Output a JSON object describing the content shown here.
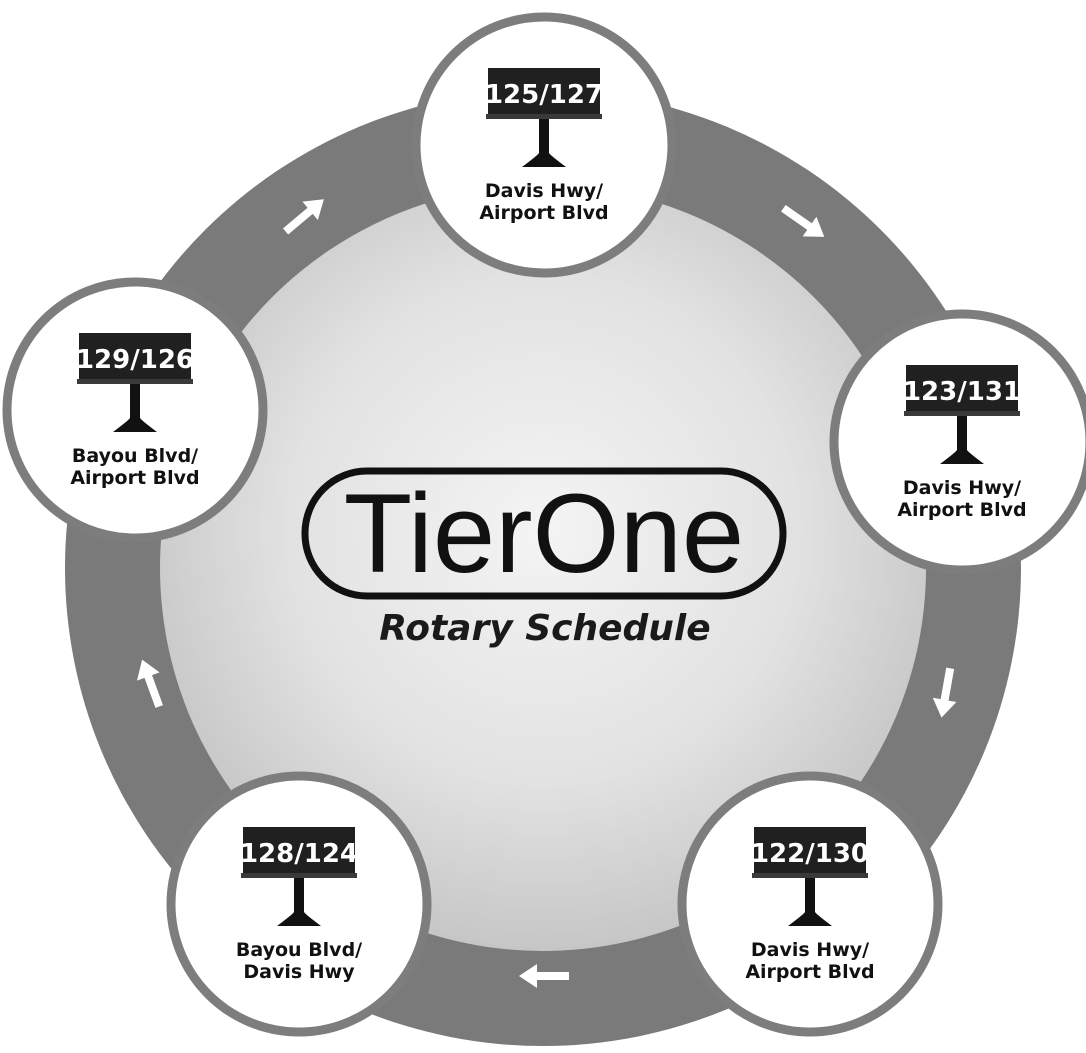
{
  "diagram": {
    "brand": "TierOne",
    "subtitle": "Rotary Schedule",
    "colors": {
      "ring": "#7a7a7a",
      "ring_edge": "#6d6d6d",
      "center_light": "#f3f3f3",
      "center_dark": "#c4c4c4",
      "node_fill": "#ffffff",
      "node_stroke": "#7d7d7d",
      "sign_panel": "#202020",
      "sign_text": "#ffffff",
      "label_text": "#111111",
      "arrow": "#ffffff"
    },
    "nodes": [
      {
        "id": "top",
        "sign": "125/127",
        "line1": "Davis Hwy/",
        "line2": "Airport Blvd"
      },
      {
        "id": "right",
        "sign": "123/131",
        "line1": "Davis Hwy/",
        "line2": "Airport Blvd"
      },
      {
        "id": "bottom-right",
        "sign": "122/130",
        "line1": "Davis Hwy/",
        "line2": "Airport Blvd"
      },
      {
        "id": "bottom-left",
        "sign": "128/124",
        "line1": "Bayou Blvd/",
        "line2": "Davis Hwy"
      },
      {
        "id": "left",
        "sign": "129/126",
        "line1": "Bayou Blvd/",
        "line2": "Airport Blvd"
      }
    ],
    "flow_direction": "clockwise",
    "arrow_icons": [
      "arrow-icon",
      "arrow-icon",
      "arrow-icon",
      "arrow-icon",
      "arrow-icon"
    ]
  }
}
